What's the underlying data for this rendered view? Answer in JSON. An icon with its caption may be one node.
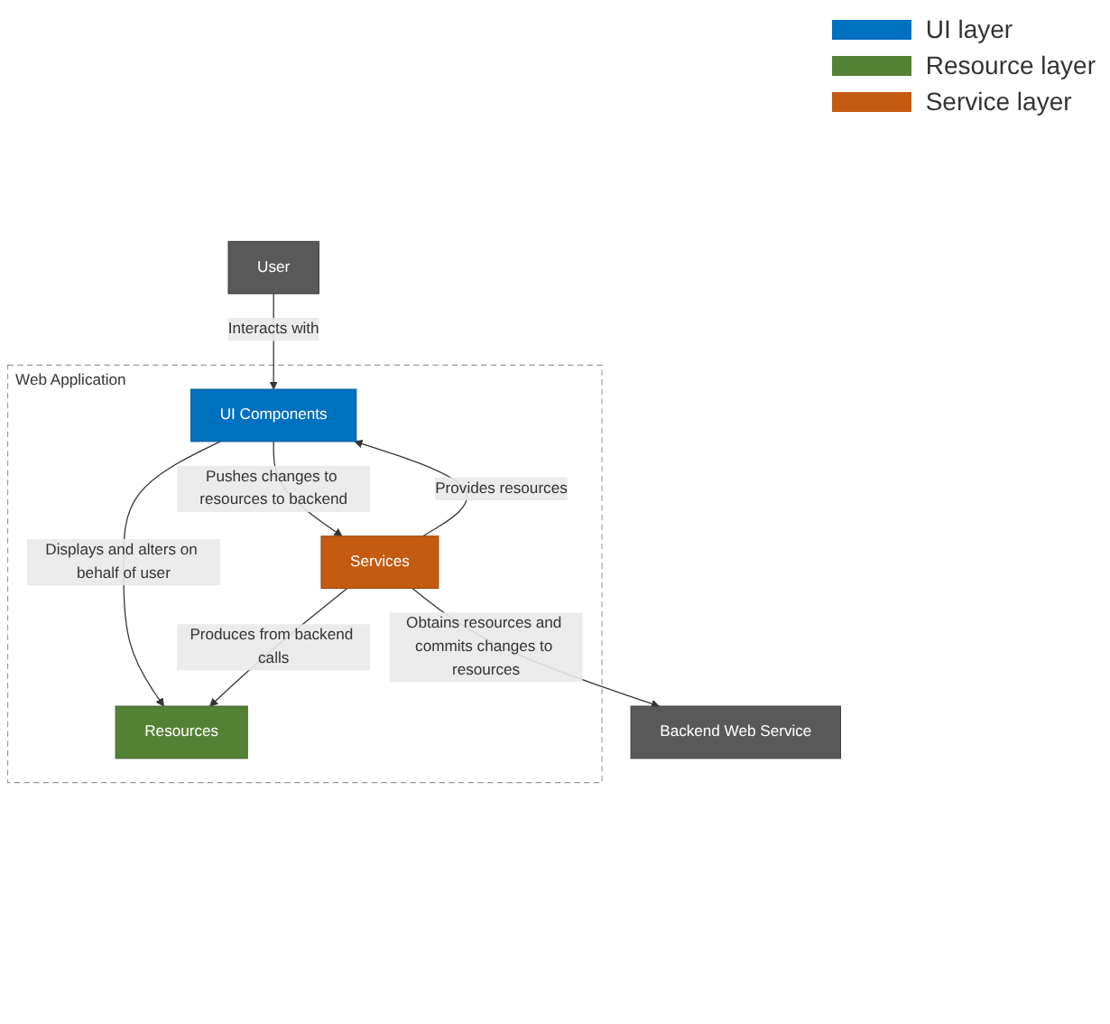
{
  "diagram": {
    "nodes": [
      {
        "text": [
          "User"
        ]
      },
      {
        "text": [
          "Web Application"
        ]
      },
      {
        "text": [
          "UI Components"
        ],
        "in": 1
      },
      {
        "text": [
          "Resources"
        ],
        "in": 1
      },
      {
        "text": [
          "Services"
        ],
        "in": 1
      },
      {
        "text": [
          "Backend Web Service"
        ]
      }
    ],
    "edges": [
      {
        "from": 0,
        "to": 2,
        "arrow": "to",
        "label": "Interacts with"
      },
      {
        "from": 2,
        "to": 3,
        "arrow": "to",
        "label": "Displays and alters on behalf of user"
      },
      {
        "from": 2,
        "to": 4,
        "arrow": "to",
        "label": "Pushes changes to resources to backend"
      },
      {
        "from": 4,
        "to": 2,
        "arrow": "to",
        "label": "Provides resources"
      },
      {
        "from": 4,
        "to": 3,
        "arrow": "to",
        "label": "Produces from backend calls"
      },
      {
        "from": 4,
        "to": 5,
        "arrow": "to",
        "label": "Obtains resources and commits changes to resources"
      }
    ],
    "legend": [
      {
        "text": "UI layer",
        "color": "#0070c0"
      },
      {
        "text": "Resource layer",
        "color": "#548235"
      },
      {
        "text": "Service layer",
        "color": "#c55a11"
      }
    ]
  }
}
